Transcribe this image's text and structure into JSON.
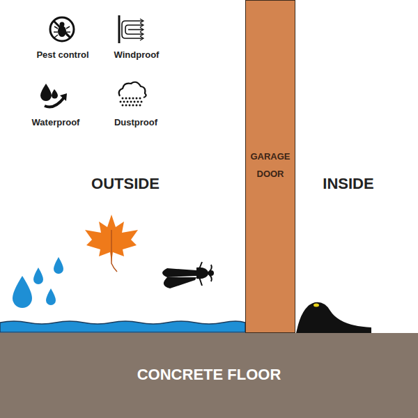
{
  "diagram": {
    "nodes": [
      {
        "text": [
          "GARAGE DOOR"
        ]
      },
      {
        "text": [
          "CONCRETE FLOOR"
        ]
      }
    ],
    "labels": [
      "Pest control",
      "Windproof",
      "Waterproof",
      "Dustproof",
      "OUTSIDE",
      "INSIDE"
    ]
  }
}
